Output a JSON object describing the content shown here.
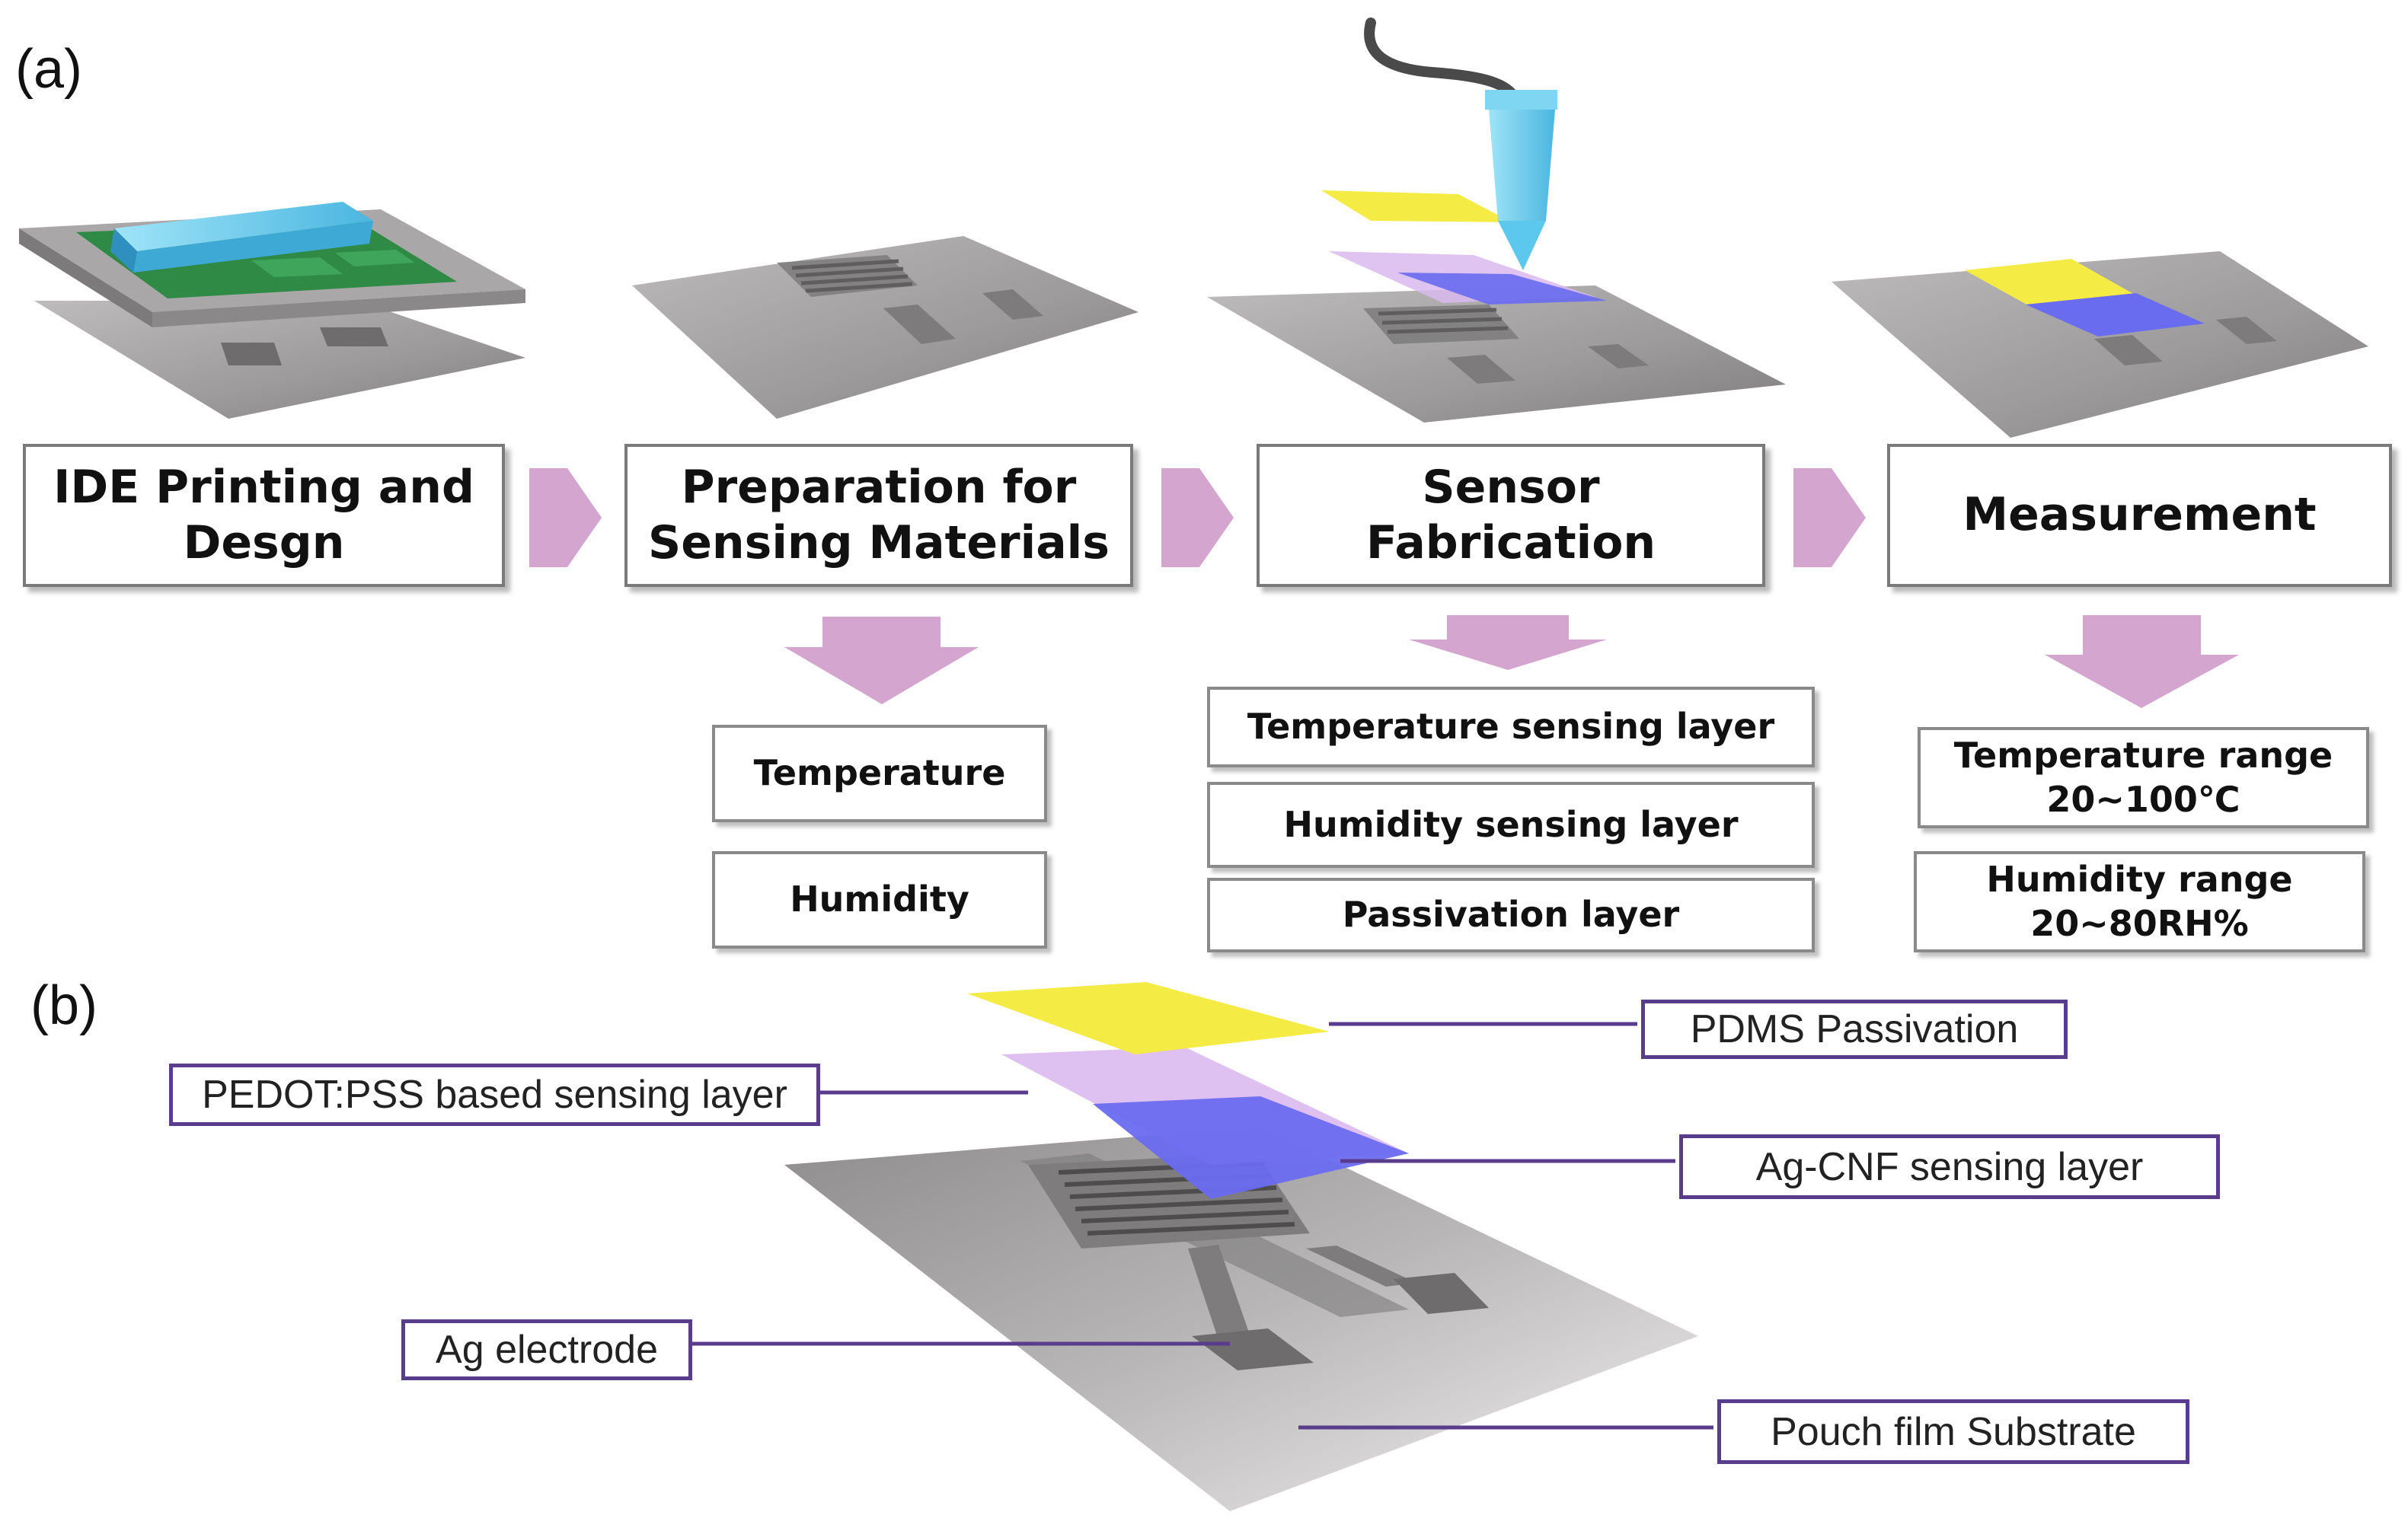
{
  "panel_a": {
    "label": "(a)",
    "stages": [
      {
        "id": "ide",
        "label": "IDE Printing and\nDesgn"
      },
      {
        "id": "prep",
        "label": "Preparation for\nSensing Materials"
      },
      {
        "id": "fab",
        "label": "Sensor\nFabrication"
      },
      {
        "id": "meas",
        "label": "Measurement"
      }
    ],
    "preparation_items": [
      "Temperature",
      "Humidity"
    ],
    "fabrication_items": [
      "Temperature sensing layer",
      "Humidity sensing layer",
      "Passivation layer"
    ],
    "measurement_items": [
      "Temperature range\n20~100℃",
      "Humidity range\n20~80RH%"
    ]
  },
  "panel_b": {
    "label": "(b)",
    "callouts": {
      "pdms": "PDMS Passivation",
      "pedot": "PEDOT:PSS based sensing layer",
      "agcnf": "Ag-CNF sensing layer",
      "electrode": "Ag electrode",
      "substrate": "Pouch film Substrate"
    }
  },
  "colors": {
    "arrow": "#d4a6cf",
    "callout_border": "#5a3c8c",
    "pdms_yellow": "#f5eb45",
    "pedot_lavender": "#d9b8ef",
    "agcnf_blue": "#6a6cf0",
    "substrate_gray": "#9a9898",
    "squeegee_cyan": "#5cc8ee",
    "screen_green": "#2f8a45"
  }
}
